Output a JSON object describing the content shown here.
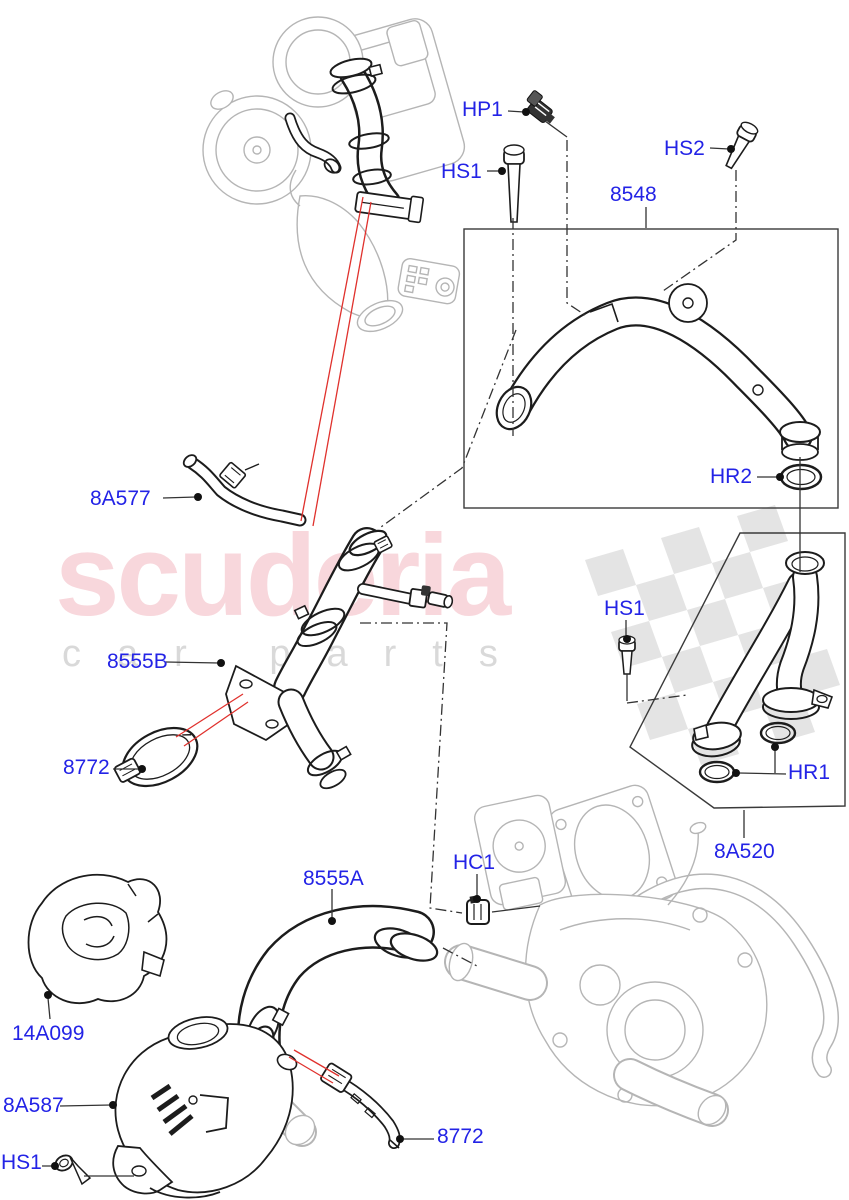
{
  "colors": {
    "label-blue": "#2323e6",
    "leader-red": "#e0312d",
    "line-dark": "#1c1c1c",
    "line-gray": "#b5b5b5",
    "leader-black": "#333333",
    "watermark-pink": "#f8d7dc",
    "watermark-gray": "#d9d9d9",
    "flag-gray": "#e4e4e4",
    "bg": "#ffffff"
  },
  "watermark": {
    "brand": "scuderia",
    "subtext": "car parts"
  },
  "labels": [
    {
      "id": "hp1",
      "text": "HP1"
    },
    {
      "id": "hs1-top",
      "text": "HS1"
    },
    {
      "id": "hs2",
      "text": "HS2"
    },
    {
      "id": "8548",
      "text": "8548"
    },
    {
      "id": "8a577",
      "text": "8A577"
    },
    {
      "id": "hr2",
      "text": "HR2"
    },
    {
      "id": "hs1-right",
      "text": "HS1"
    },
    {
      "id": "8555b",
      "text": "8555B"
    },
    {
      "id": "8772-left",
      "text": "8772"
    },
    {
      "id": "hr1",
      "text": "HR1"
    },
    {
      "id": "8a520",
      "text": "8A520"
    },
    {
      "id": "hc1",
      "text": "HC1"
    },
    {
      "id": "8555a",
      "text": "8555A"
    },
    {
      "id": "14a099",
      "text": "14A099"
    },
    {
      "id": "8a587",
      "text": "8A587"
    },
    {
      "id": "hs1-bottom",
      "text": "HS1"
    },
    {
      "id": "8772-bottom",
      "text": "8772"
    }
  ]
}
